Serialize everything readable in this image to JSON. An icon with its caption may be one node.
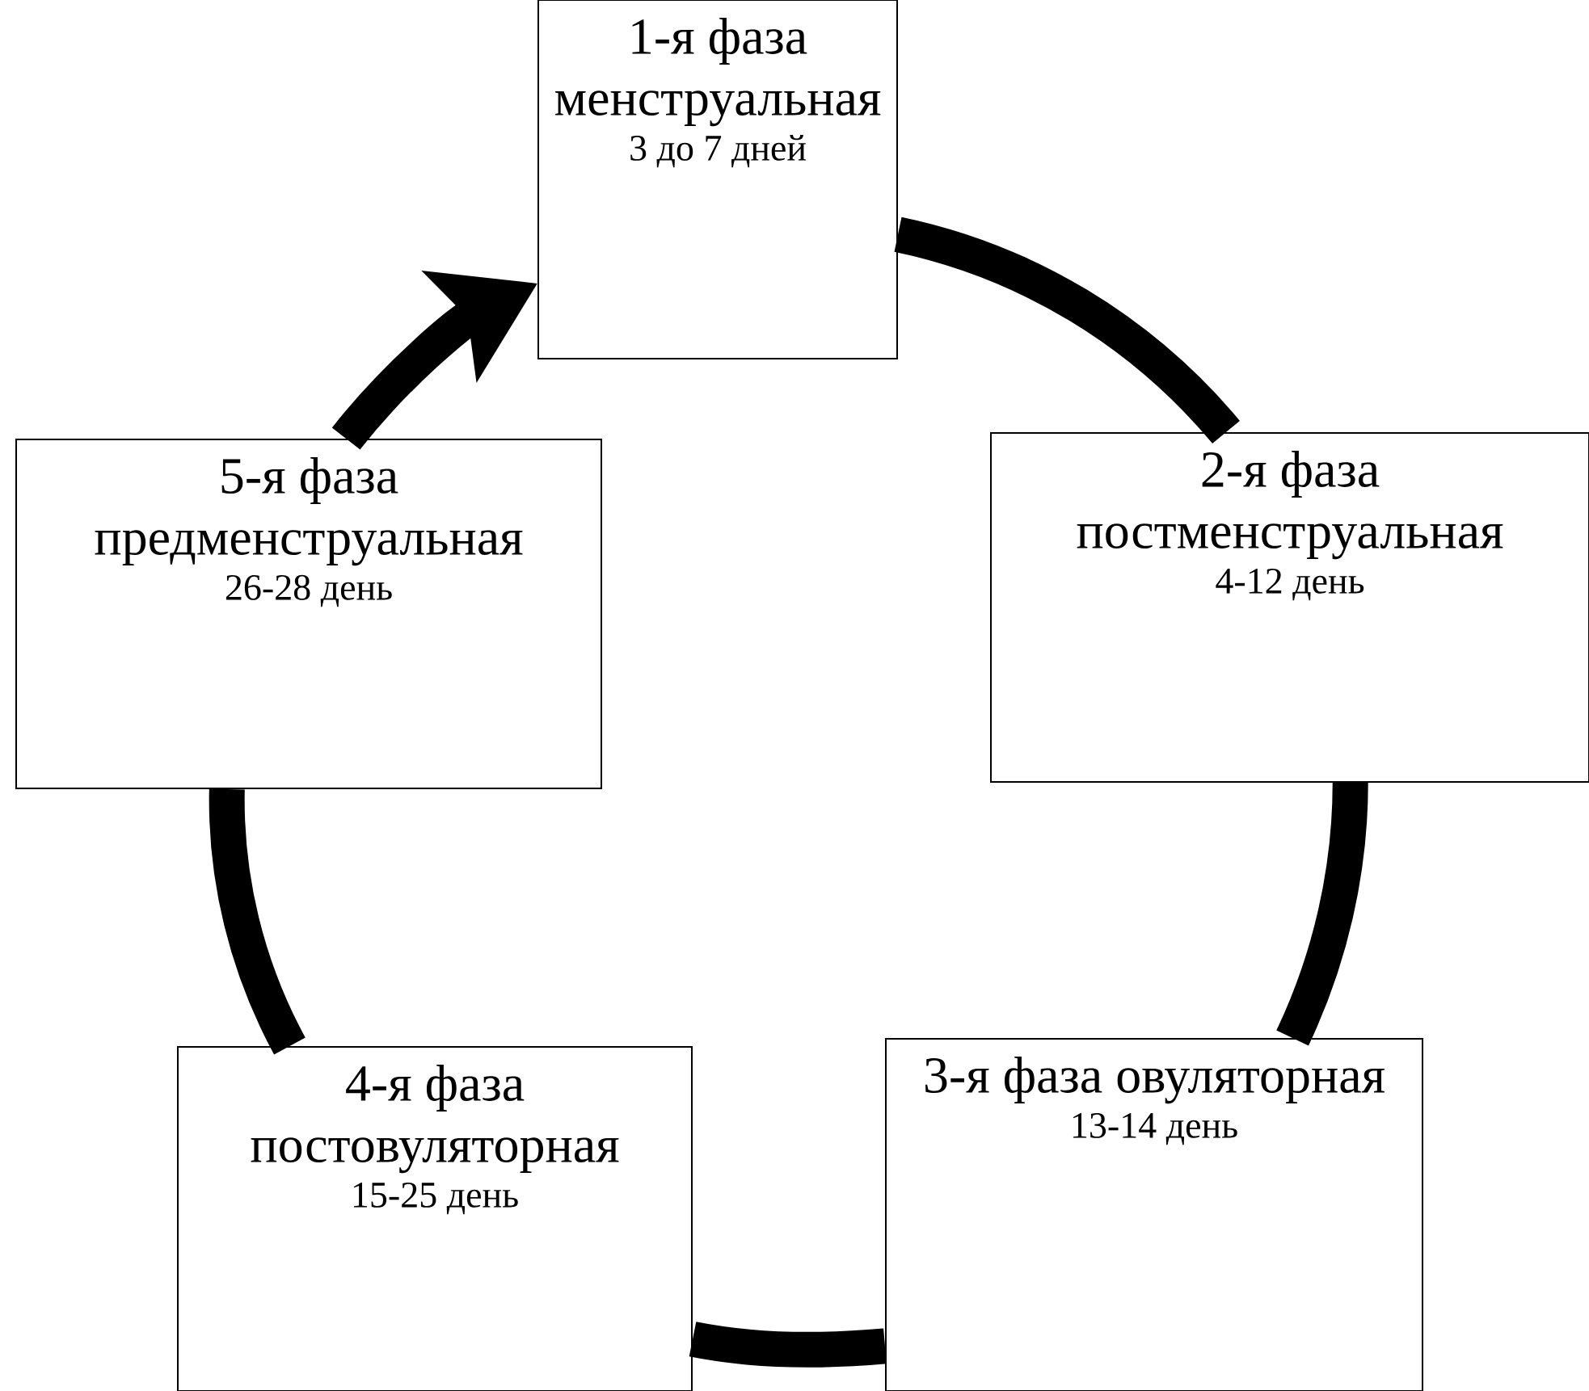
{
  "diagram": {
    "nodes": [
      {
        "text": [
          "1-я фаза менструальная",
          "3 до 7 дней"
        ]
      },
      {
        "text": [
          "2-я фаза постменструальная",
          "4-12 день"
        ]
      },
      {
        "text": [
          "3-я фаза овуляторная",
          "13-14 день"
        ]
      },
      {
        "text": [
          "4-я фаза постовуляторная",
          "15-25 день"
        ]
      },
      {
        "text": [
          "5-я фаза предменструальная",
          "26-28 день"
        ]
      }
    ],
    "edges": [
      {
        "from": 0,
        "to": 1,
        "arrow": "none"
      },
      {
        "from": 1,
        "to": 2,
        "arrow": "none"
      },
      {
        "from": 2,
        "to": 3,
        "arrow": "none"
      },
      {
        "from": 3,
        "to": 4,
        "arrow": "none"
      },
      {
        "from": 4,
        "to": 0,
        "arrow": "to"
      }
    ]
  }
}
